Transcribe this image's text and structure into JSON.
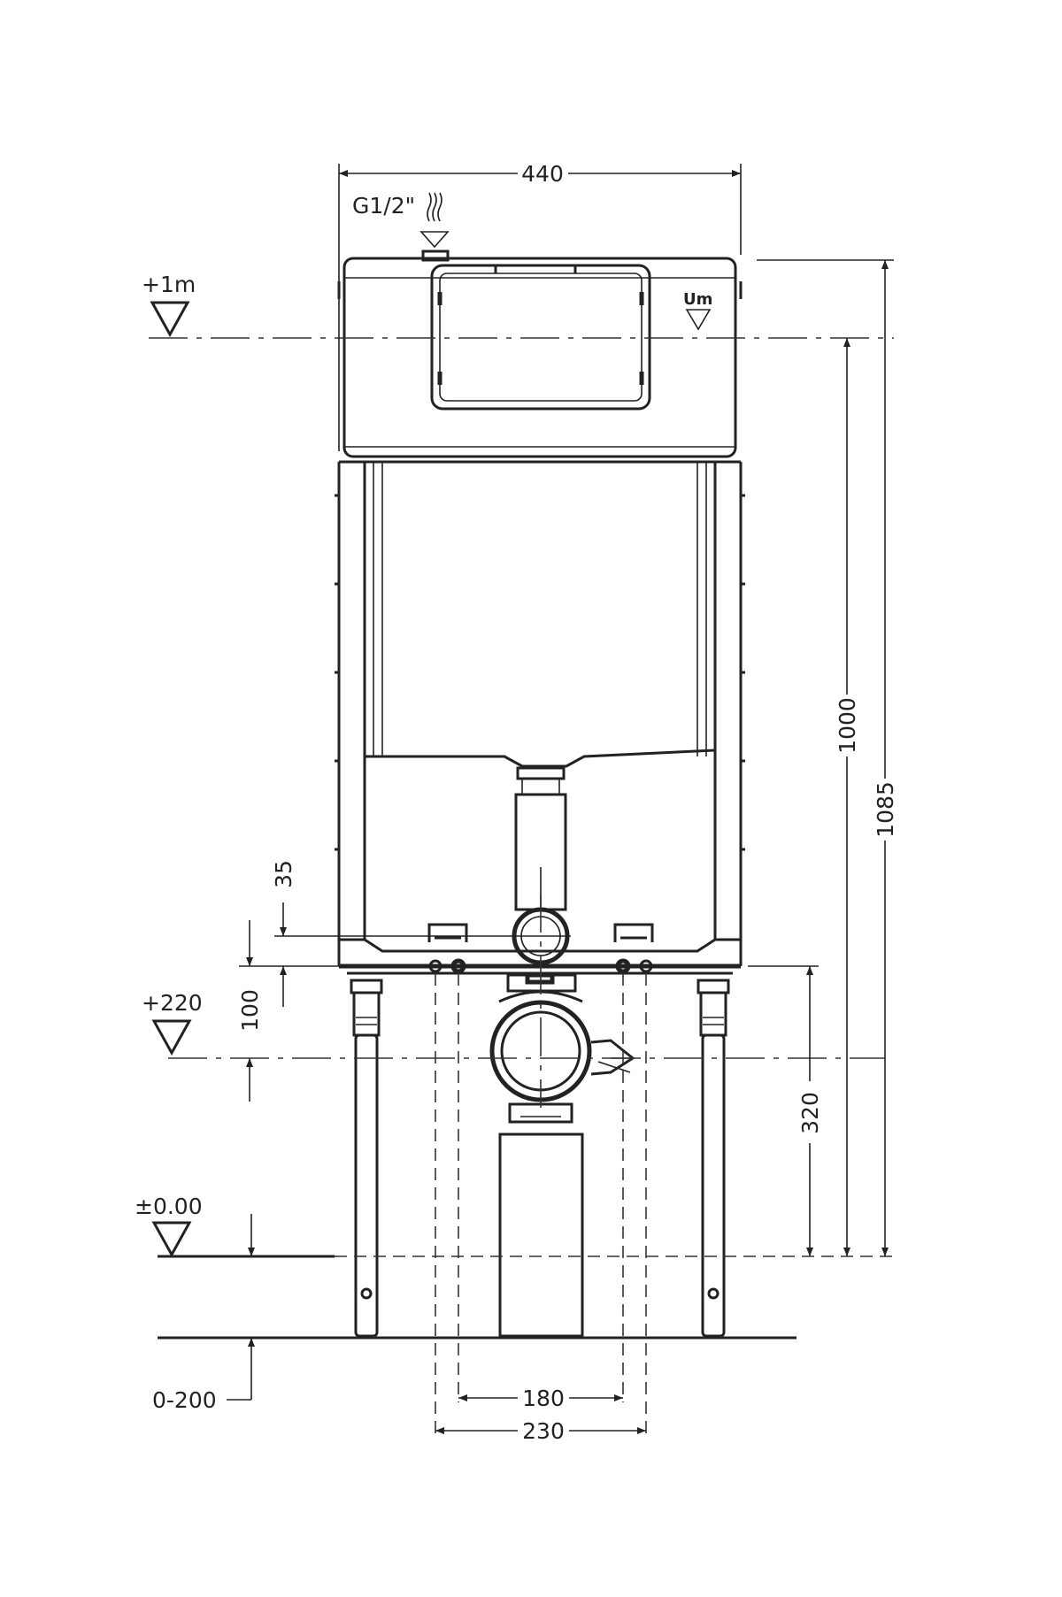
{
  "dimensions": {
    "width_top": "440",
    "inlet": "G1/2\"",
    "height_1000": "1000",
    "height_1085": "1085",
    "dim_35": "35",
    "dim_100": "100",
    "dim_320": "320",
    "dim_180": "180",
    "dim_230": "230",
    "dim_0_200": "0-200"
  },
  "levels": {
    "plus_1m": "+1m",
    "plus_220": "+220",
    "zero": "±0.00"
  },
  "markers": {
    "um": "Um"
  },
  "colors": {
    "line": "#222222",
    "background": "#ffffff"
  }
}
